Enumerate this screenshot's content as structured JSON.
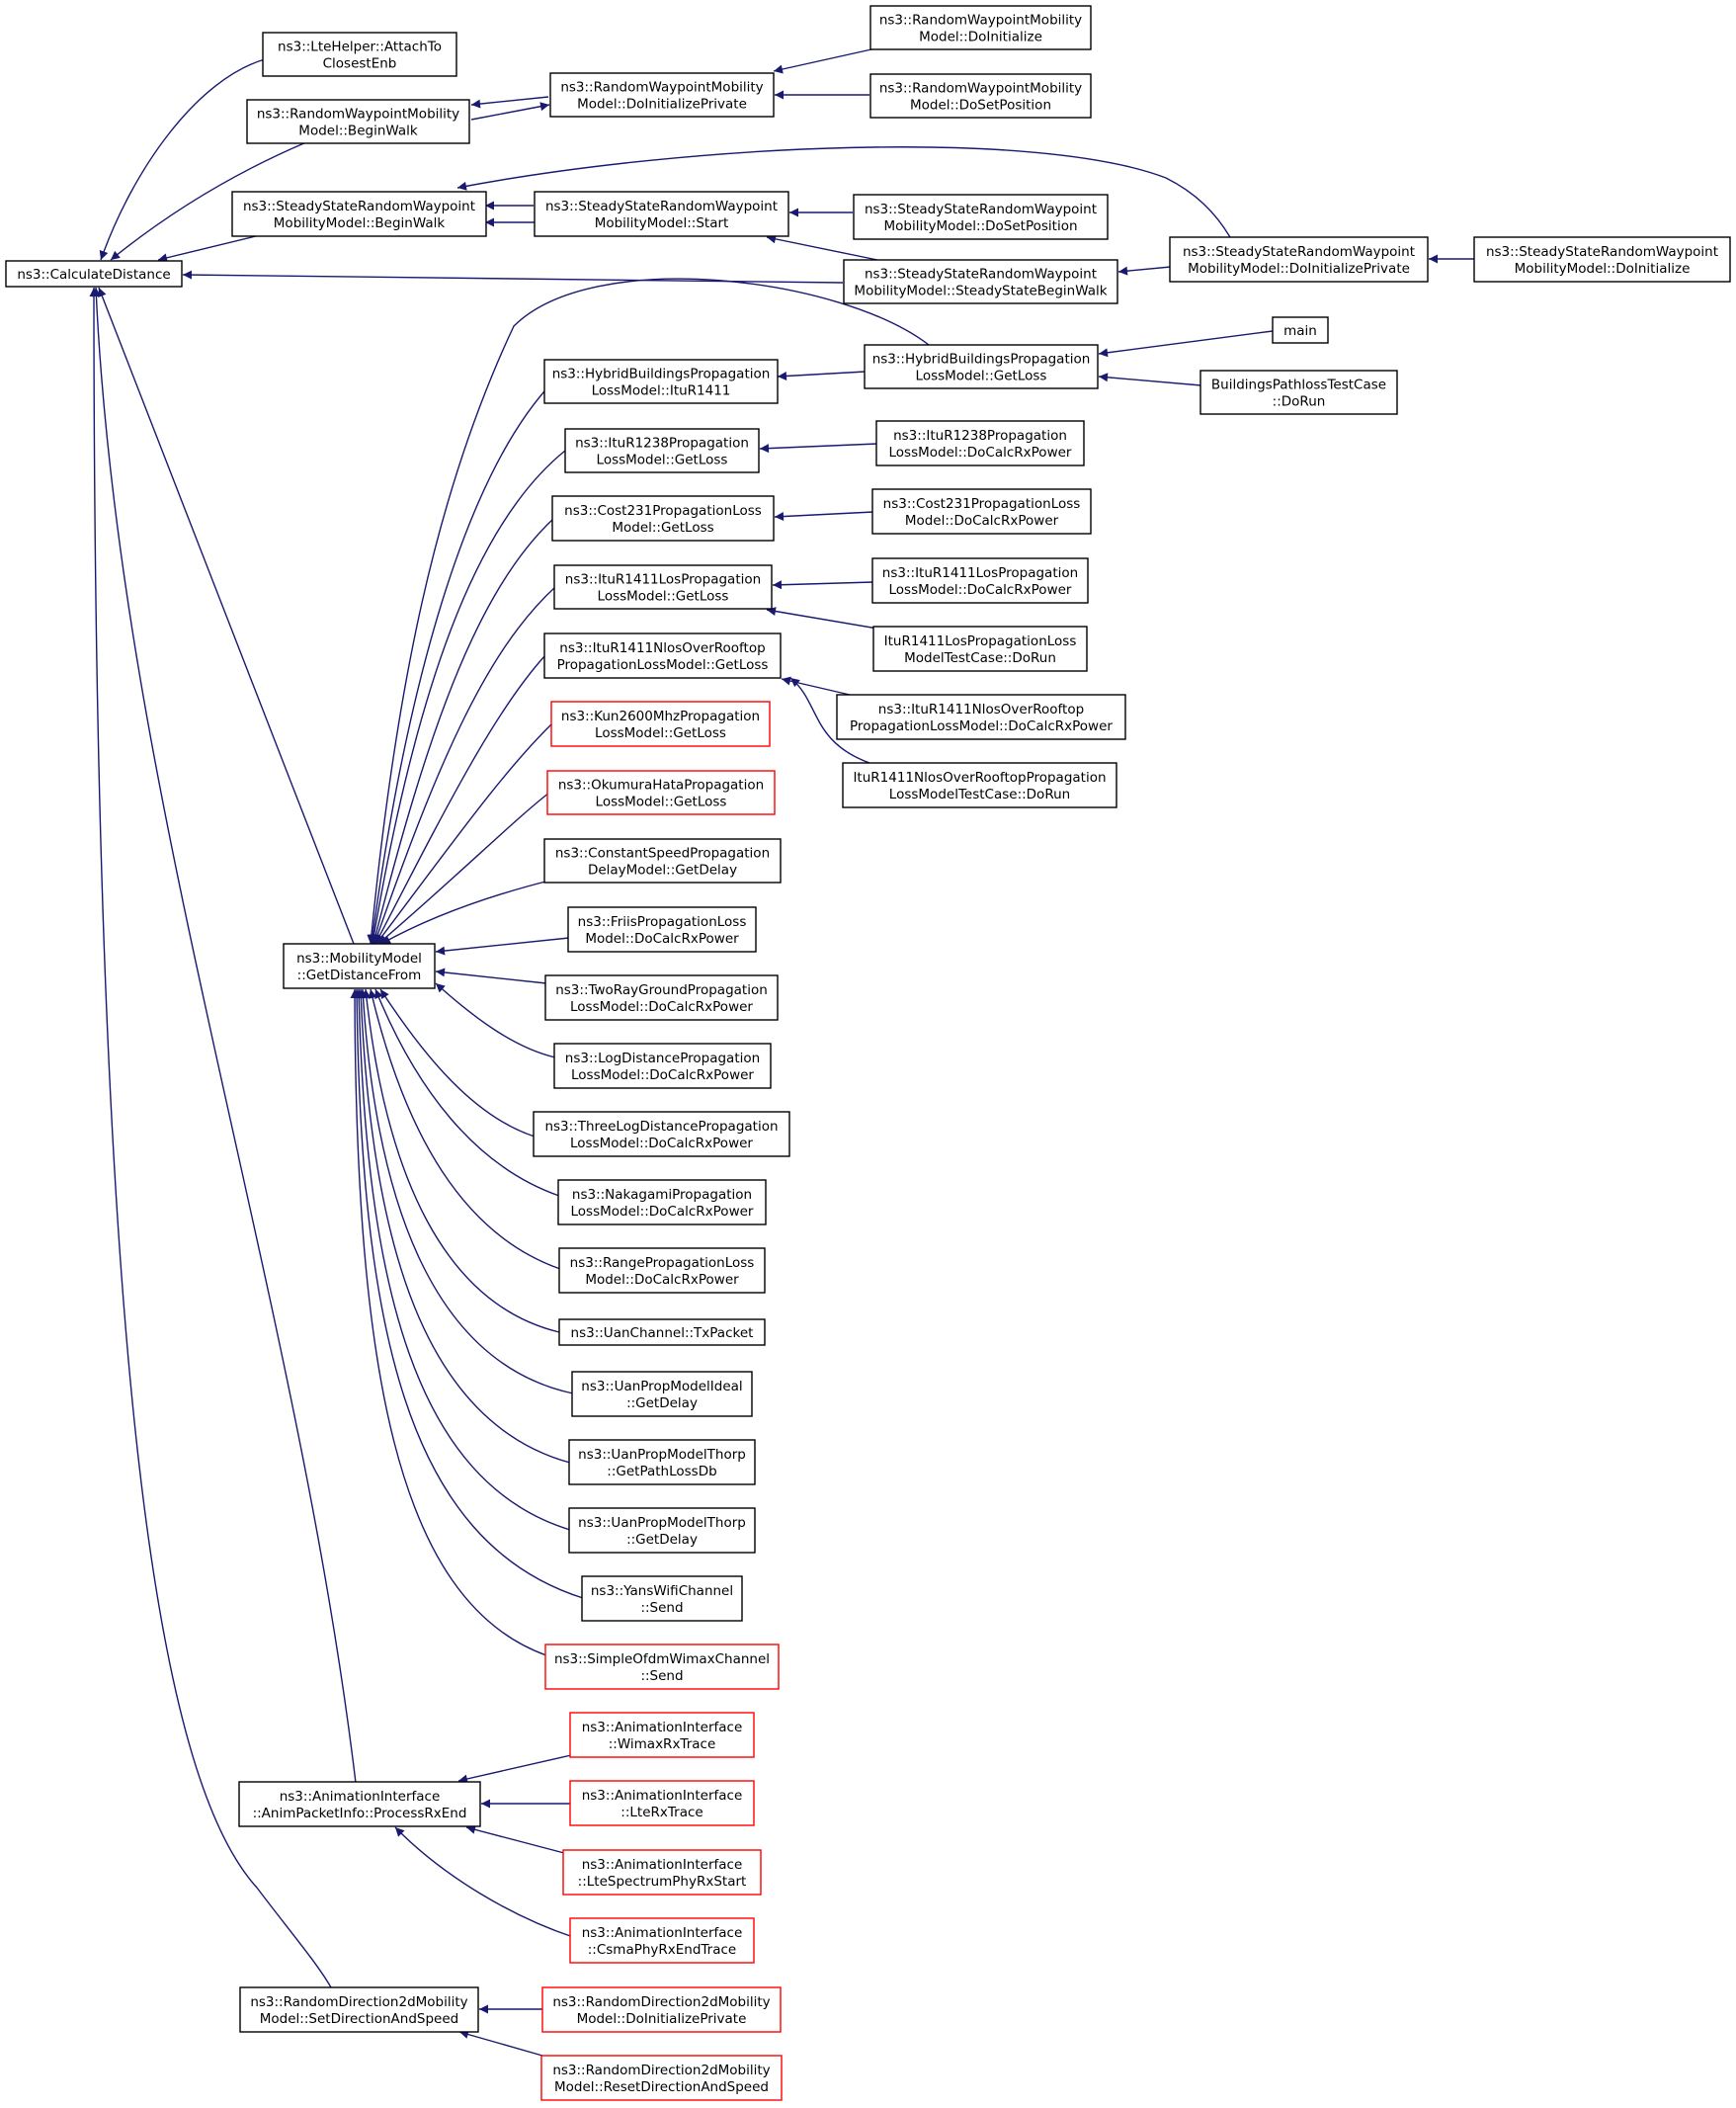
{
  "graph": {
    "title": "",
    "colors": {
      "edge": "#191970",
      "border_normal": "#000000",
      "border_truncated": "#ff0000",
      "root_fill": "#bfbfbf",
      "node_fill": "#ffffff"
    },
    "nodes": [
      {
        "id": "calc",
        "lines": [
          "ns3::CalculateDistance"
        ],
        "style": "root"
      },
      {
        "id": "lte_attach",
        "lines": [
          "ns3::LteHelper::AttachTo",
          "ClosestEnb"
        ],
        "style": "normal"
      },
      {
        "id": "rwp_begin",
        "lines": [
          "ns3::RandomWaypointMobility",
          "Model::BeginWalk"
        ],
        "style": "normal"
      },
      {
        "id": "rwp_dip",
        "lines": [
          "ns3::RandomWaypointMobility",
          "Model::DoInitializePrivate"
        ],
        "style": "normal"
      },
      {
        "id": "rwp_di",
        "lines": [
          "ns3::RandomWaypointMobility",
          "Model::DoInitialize"
        ],
        "style": "normal"
      },
      {
        "id": "rwp_dsp",
        "lines": [
          "ns3::RandomWaypointMobility",
          "Model::DoSetPosition"
        ],
        "style": "normal"
      },
      {
        "id": "ss_begin",
        "lines": [
          "ns3::SteadyStateRandomWaypoint",
          "MobilityModel::BeginWalk"
        ],
        "style": "normal"
      },
      {
        "id": "ss_start",
        "lines": [
          "ns3::SteadyStateRandomWaypoint",
          "MobilityModel::Start"
        ],
        "style": "normal"
      },
      {
        "id": "ss_dsp",
        "lines": [
          "ns3::SteadyStateRandomWaypoint",
          "MobilityModel::DoSetPosition"
        ],
        "style": "normal"
      },
      {
        "id": "ss_ssbw",
        "lines": [
          "ns3::SteadyStateRandomWaypoint",
          "MobilityModel::SteadyStateBeginWalk"
        ],
        "style": "normal"
      },
      {
        "id": "ss_dip",
        "lines": [
          "ns3::SteadyStateRandomWaypoint",
          "MobilityModel::DoInitializePrivate"
        ],
        "style": "normal"
      },
      {
        "id": "ss_di",
        "lines": [
          "ns3::SteadyStateRandomWaypoint",
          "MobilityModel::DoInitialize"
        ],
        "style": "normal"
      },
      {
        "id": "hyb_itu",
        "lines": [
          "ns3::HybridBuildingsPropagation",
          "LossModel::ItuR1411"
        ],
        "style": "normal"
      },
      {
        "id": "hyb_getloss",
        "lines": [
          "ns3::HybridBuildingsPropagation",
          "LossModel::GetLoss"
        ],
        "style": "normal"
      },
      {
        "id": "main",
        "lines": [
          "main"
        ],
        "style": "normal"
      },
      {
        "id": "bpt_dorun",
        "lines": [
          "BuildingsPathlossTestCase",
          "::DoRun"
        ],
        "style": "normal"
      },
      {
        "id": "itu1238_gl",
        "lines": [
          "ns3::ItuR1238Propagation",
          "LossModel::GetLoss"
        ],
        "style": "normal"
      },
      {
        "id": "itu1238_dc",
        "lines": [
          "ns3::ItuR1238Propagation",
          "LossModel::DoCalcRxPower"
        ],
        "style": "normal"
      },
      {
        "id": "cost_gl",
        "lines": [
          "ns3::Cost231PropagationLoss",
          "Model::GetLoss"
        ],
        "style": "normal"
      },
      {
        "id": "cost_dc",
        "lines": [
          "ns3::Cost231PropagationLoss",
          "Model::DoCalcRxPower"
        ],
        "style": "normal"
      },
      {
        "id": "los_gl",
        "lines": [
          "ns3::ItuR1411LosPropagation",
          "LossModel::GetLoss"
        ],
        "style": "normal"
      },
      {
        "id": "los_dc",
        "lines": [
          "ns3::ItuR1411LosPropagation",
          "LossModel::DoCalcRxPower"
        ],
        "style": "normal"
      },
      {
        "id": "los_tc",
        "lines": [
          "ItuR1411LosPropagationLoss",
          "ModelTestCase::DoRun"
        ],
        "style": "normal"
      },
      {
        "id": "nlos_gl",
        "lines": [
          "ns3::ItuR1411NlosOverRooftop",
          "PropagationLossModel::GetLoss"
        ],
        "style": "normal"
      },
      {
        "id": "nlos_dc",
        "lines": [
          "ns3::ItuR1411NlosOverRooftop",
          "PropagationLossModel::DoCalcRxPower"
        ],
        "style": "normal"
      },
      {
        "id": "nlos_tc",
        "lines": [
          "ItuR1411NlosOverRooftopPropagation",
          "LossModelTestCase::DoRun"
        ],
        "style": "normal"
      },
      {
        "id": "kun",
        "lines": [
          "ns3::Kun2600MhzPropagation",
          "LossModel::GetLoss"
        ],
        "style": "truncated"
      },
      {
        "id": "oku",
        "lines": [
          "ns3::OkumuraHataPropagation",
          "LossModel::GetLoss"
        ],
        "style": "truncated"
      },
      {
        "id": "csd",
        "lines": [
          "ns3::ConstantSpeedPropagation",
          "DelayModel::GetDelay"
        ],
        "style": "normal"
      },
      {
        "id": "friis",
        "lines": [
          "ns3::FriisPropagationLoss",
          "Model::DoCalcRxPower"
        ],
        "style": "normal"
      },
      {
        "id": "mm_gdf",
        "lines": [
          "ns3::MobilityModel",
          "::GetDistanceFrom"
        ],
        "style": "normal"
      },
      {
        "id": "tworay",
        "lines": [
          "ns3::TwoRayGroundPropagation",
          "LossModel::DoCalcRxPower"
        ],
        "style": "normal"
      },
      {
        "id": "logd",
        "lines": [
          "ns3::LogDistancePropagation",
          "LossModel::DoCalcRxPower"
        ],
        "style": "normal"
      },
      {
        "id": "threelog",
        "lines": [
          "ns3::ThreeLogDistancePropagation",
          "LossModel::DoCalcRxPower"
        ],
        "style": "normal"
      },
      {
        "id": "naka",
        "lines": [
          "ns3::NakagamiPropagation",
          "LossModel::DoCalcRxPower"
        ],
        "style": "normal"
      },
      {
        "id": "range",
        "lines": [
          "ns3::RangePropagationLoss",
          "Model::DoCalcRxPower"
        ],
        "style": "normal"
      },
      {
        "id": "uan_tx",
        "lines": [
          "ns3::UanChannel::TxPacket"
        ],
        "style": "normal"
      },
      {
        "id": "uan_ideal",
        "lines": [
          "ns3::UanPropModelIdeal",
          "::GetDelay"
        ],
        "style": "normal"
      },
      {
        "id": "uan_thorp_pl",
        "lines": [
          "ns3::UanPropModelThorp",
          "::GetPathLossDb"
        ],
        "style": "normal"
      },
      {
        "id": "uan_thorp_gd",
        "lines": [
          "ns3::UanPropModelThorp",
          "::GetDelay"
        ],
        "style": "normal"
      },
      {
        "id": "yans",
        "lines": [
          "ns3::YansWifiChannel",
          "::Send"
        ],
        "style": "normal"
      },
      {
        "id": "ofdm",
        "lines": [
          "ns3::SimpleOfdmWimaxChannel",
          "::Send"
        ],
        "style": "truncated"
      },
      {
        "id": "anim_prx",
        "lines": [
          "ns3::AnimationInterface",
          "::AnimPacketInfo::ProcessRxEnd"
        ],
        "style": "normal"
      },
      {
        "id": "anim_wimax",
        "lines": [
          "ns3::AnimationInterface",
          "::WimaxRxTrace"
        ],
        "style": "truncated"
      },
      {
        "id": "anim_lte",
        "lines": [
          "ns3::AnimationInterface",
          "::LteRxTrace"
        ],
        "style": "truncated"
      },
      {
        "id": "anim_ltesp",
        "lines": [
          "ns3::AnimationInterface",
          "::LteSpectrumPhyRxStart"
        ],
        "style": "truncated"
      },
      {
        "id": "anim_csma",
        "lines": [
          "ns3::AnimationInterface",
          "::CsmaPhyRxEndTrace"
        ],
        "style": "truncated"
      },
      {
        "id": "rd2_sds",
        "lines": [
          "ns3::RandomDirection2dMobility",
          "Model::SetDirectionAndSpeed"
        ],
        "style": "normal"
      },
      {
        "id": "rd2_dip",
        "lines": [
          "ns3::RandomDirection2dMobility",
          "Model::DoInitializePrivate"
        ],
        "style": "truncated"
      },
      {
        "id": "rd2_rds",
        "lines": [
          "ns3::RandomDirection2dMobility",
          "Model::ResetDirectionAndSpeed"
        ],
        "style": "truncated"
      }
    ]
  }
}
